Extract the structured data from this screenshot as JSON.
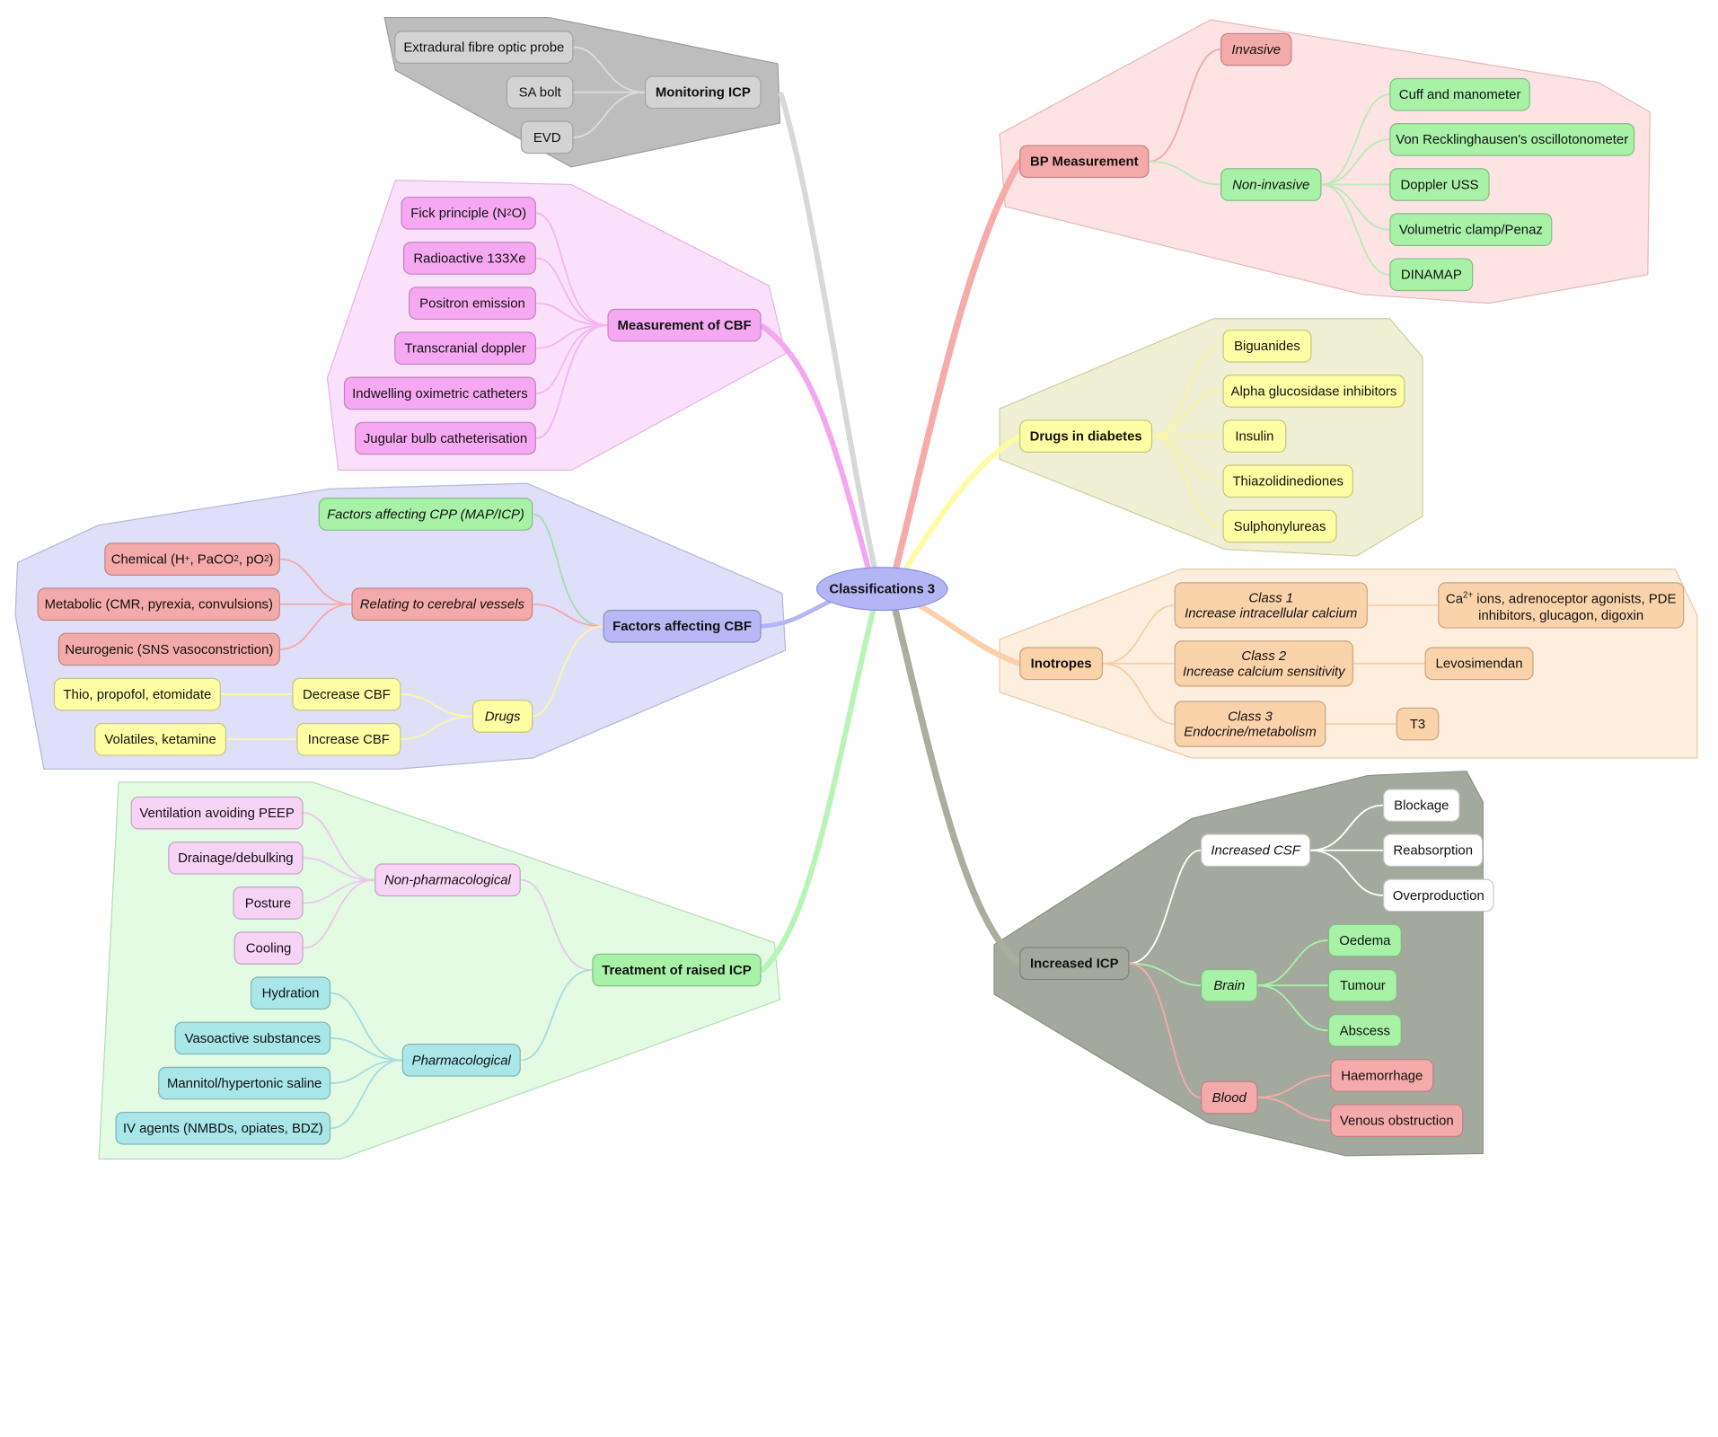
{
  "center": {
    "label": "Classifications 3"
  },
  "branches": {
    "monitoring_icp": {
      "label": "Monitoring ICP",
      "children": [
        "Extradural fibre optic probe",
        "SA bolt",
        "EVD"
      ]
    },
    "measurement_cbf": {
      "label": "Measurement of CBF",
      "children": [
        "Radioactive 133Xe",
        "Positron emission",
        "Transcranial doppler",
        "Indwelling oximetric catheters",
        "Jugular bulb catheterisation"
      ],
      "fick": {
        "prefix": "Fick principle (N",
        "sub": "2",
        "suffix": "O)"
      }
    },
    "factors_cbf": {
      "label": "Factors affecting CBF",
      "cpp": "Factors affecting CPP (MAP/ICP)",
      "cerebral_vessels": "Relating to cerebral vessels",
      "chemical": {
        "a": "Chemical (H",
        "sup": "+",
        "b": ", PaCO",
        "sub1": "2",
        "c": ", pO",
        "sub2": "2",
        "d": ")"
      },
      "metabolic": "Metabolic (CMR, pyrexia, convulsions)",
      "neurogenic": "Neurogenic (SNS vasoconstriction)",
      "drugs": "Drugs",
      "decrease": "Decrease CBF",
      "increase": "Increase CBF",
      "decrease_agents": "Thio, propofol, etomidate",
      "increase_agents": "Volatiles, ketamine"
    },
    "treatment_icp": {
      "label": "Treatment of raised ICP",
      "non_pharm": "Non-pharmacological",
      "non_pharm_items": [
        "Ventilation avoiding PEEP",
        "Drainage/debulking",
        "Posture",
        "Cooling"
      ],
      "pharm": "Pharmacological",
      "pharm_items": [
        "Hydration",
        "Vasoactive substances",
        "Mannitol/hypertonic saline",
        "IV agents (NMBDs, opiates, BDZ)"
      ]
    },
    "bp": {
      "label": "BP Measurement",
      "invasive": "Invasive",
      "non_invasive": "Non-invasive",
      "non_invasive_items": [
        "Cuff and manometer",
        "Von Recklinghausen's oscillotonometer",
        "Doppler USS",
        "Volumetric clamp/Penaz",
        "DINAMAP"
      ]
    },
    "diabetes": {
      "label": "Drugs in diabetes",
      "items": [
        "Biguanides",
        "Alpha glucosidase inhibitors",
        "Insulin",
        "Thiazolidinediones",
        "Sulphonylureas"
      ]
    },
    "inotropes": {
      "label": "Inotropes",
      "class1": [
        "Class 1",
        "Increase intracellular calcium"
      ],
      "class2": [
        "Class 2",
        "Increase calcium sensitivity"
      ],
      "class3": [
        "Class 3",
        "Endocrine/metabolism"
      ],
      "class1_detail": {
        "sup": "2+",
        "a": "Ca",
        "b": " ions, adrenoceptor agonists, PDE",
        "line2": "inhibitors, glucagon, digoxin"
      },
      "class2_detail": "Levosimendan",
      "class3_detail": "T3"
    },
    "increased_icp": {
      "label": "Increased ICP",
      "csf": "Increased CSF",
      "csf_items": [
        "Blockage",
        "Reabsorption",
        "Overproduction"
      ],
      "brain": "Brain",
      "brain_items": [
        "Oedema",
        "Tumour",
        "Abscess"
      ],
      "blood": "Blood",
      "blood_items": [
        "Haemorrhage",
        "Venous obstruction"
      ]
    }
  },
  "colors": {
    "center": "#b3b5f5",
    "gray": "#d3d3d3",
    "pink": "#f7a8f3",
    "lilac": "#b7b8f5",
    "green": "#a8f2a8",
    "red": "#f5aaaa",
    "yellow": "#fefea4",
    "orange": "#fbd3ab",
    "white": "#ffffff",
    "cyan": "#a8e6e8"
  }
}
